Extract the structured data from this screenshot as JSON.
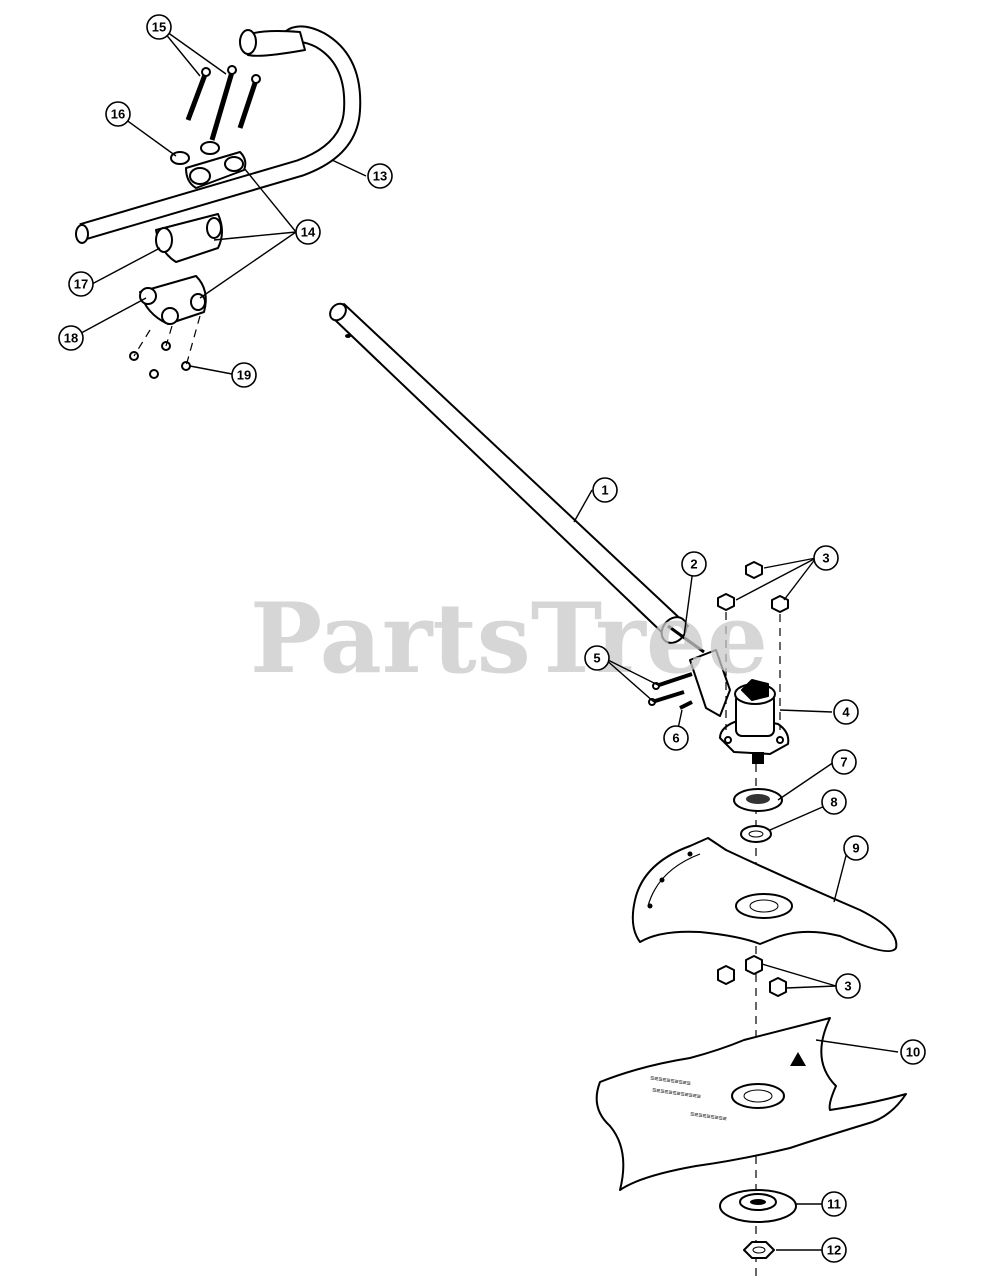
{
  "watermark": "PartsTree",
  "callouts": [
    {
      "id": "1",
      "label": "1"
    },
    {
      "id": "2",
      "label": "2"
    },
    {
      "id": "3a",
      "label": "3"
    },
    {
      "id": "3b",
      "label": "3"
    },
    {
      "id": "4",
      "label": "4"
    },
    {
      "id": "5",
      "label": "5"
    },
    {
      "id": "6",
      "label": "6"
    },
    {
      "id": "7",
      "label": "7"
    },
    {
      "id": "8",
      "label": "8"
    },
    {
      "id": "9",
      "label": "9"
    },
    {
      "id": "10",
      "label": "10"
    },
    {
      "id": "11",
      "label": "11"
    },
    {
      "id": "12",
      "label": "12"
    },
    {
      "id": "13",
      "label": "13"
    },
    {
      "id": "14",
      "label": "14"
    },
    {
      "id": "15",
      "label": "15"
    },
    {
      "id": "16",
      "label": "16"
    },
    {
      "id": "17",
      "label": "17"
    },
    {
      "id": "18",
      "label": "18"
    },
    {
      "id": "19",
      "label": "19"
    }
  ]
}
